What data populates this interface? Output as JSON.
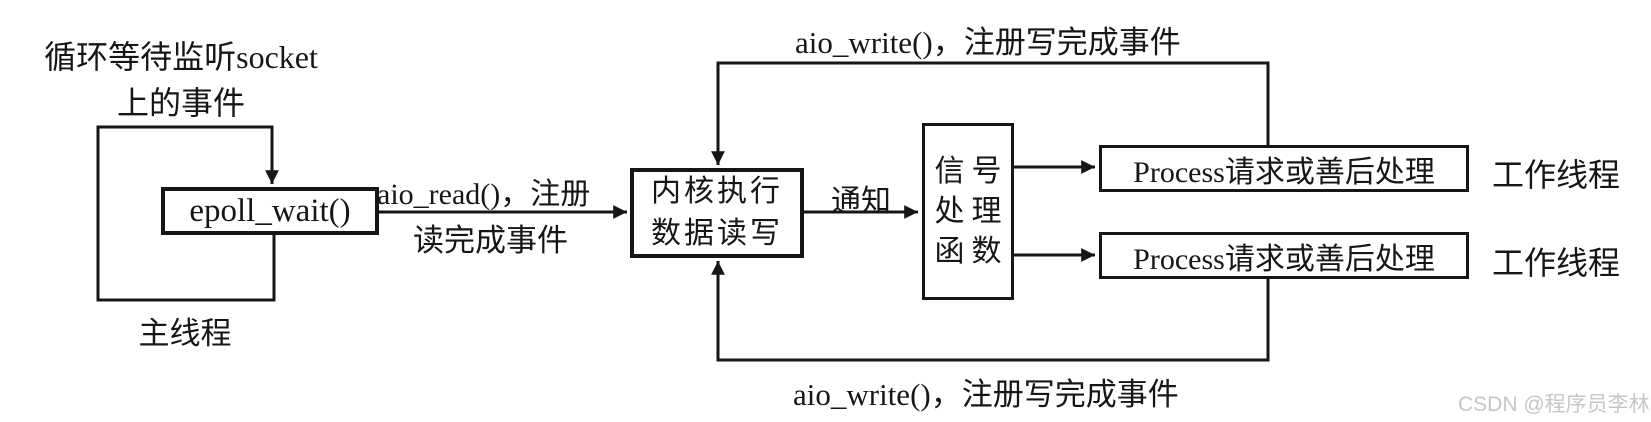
{
  "colors": {
    "ink": "#161616",
    "background": "#ffffff",
    "watermark": "#c6c6c6"
  },
  "caption": {
    "line1": "循环等待监听socket",
    "line2": "上的事件"
  },
  "boxes": {
    "epoll": {
      "label": "epoll_wait()"
    },
    "kernel": {
      "line1": "内核执行",
      "line2": "数据读写"
    },
    "signal": {
      "line1": "信号",
      "line2": "处理",
      "line3": "函数"
    },
    "process1": {
      "label": "Process请求或善后处理"
    },
    "process2": {
      "label": "Process请求或善后处理"
    }
  },
  "edge_labels": {
    "aio_read_line1": "aio_read()，注册",
    "aio_read_line2": "读完成事件",
    "notify": "通知",
    "aio_write_top": "aio_write()，注册写完成事件",
    "aio_write_bottom": "aio_write()，注册写完成事件"
  },
  "annotations": {
    "main_thread": "主线程",
    "worker_thread_1": "工作线程",
    "worker_thread_2": "工作线程",
    "watermark": "CSDN @程序员李林"
  }
}
